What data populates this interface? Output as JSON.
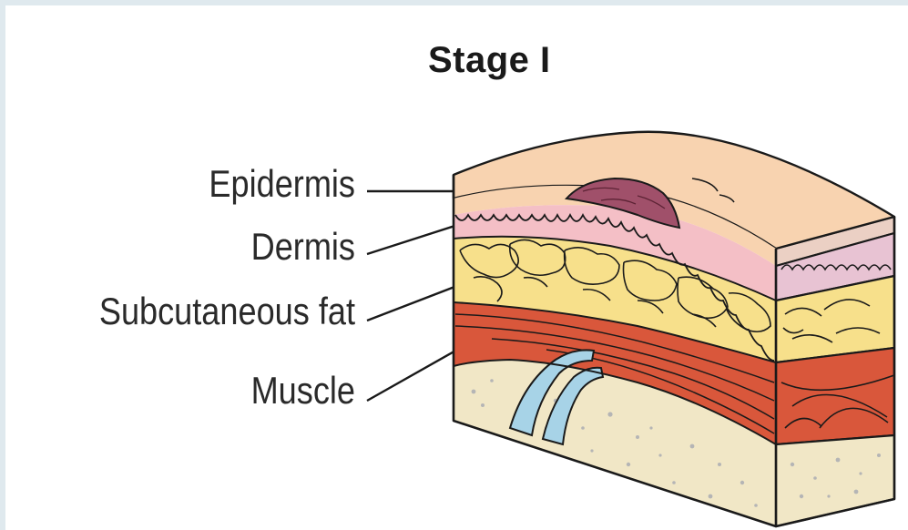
{
  "title": "Stage I",
  "labels": {
    "epidermis": "Epidermis",
    "dermis": "Dermis",
    "subcutaneous_fat": "Subcutaneous fat",
    "muscle": "Muscle"
  },
  "colors": {
    "page_border": "#dfe9ee",
    "epidermis": "#f8d3b0",
    "dermis": "#f4bfc6",
    "fat": "#f7e08b",
    "muscle": "#d9573b",
    "bone": "#f1e7c6",
    "bone_speckle": "#b5b5b5",
    "vessel": "#a7d3e7",
    "lesion": "#a0506a",
    "outline": "#1a1a1a"
  }
}
